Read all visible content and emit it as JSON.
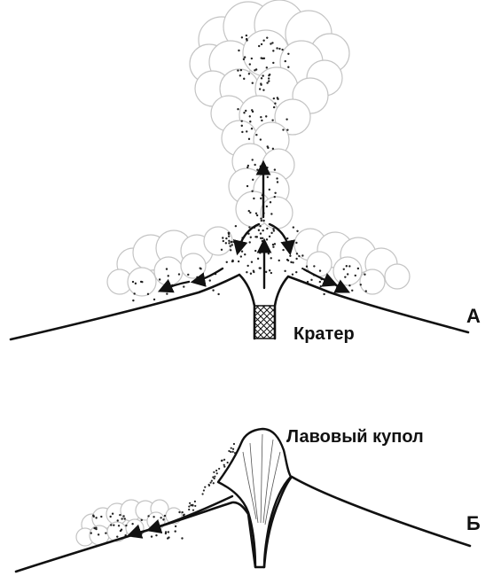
{
  "labels": {
    "panel_a": "А",
    "panel_b": "Б",
    "crater": "Кратер",
    "lava_dome": "Лавовый купол"
  },
  "colors": {
    "line": "#111111",
    "cloud_outline": "#c4c4c4",
    "background": "#ffffff"
  }
}
